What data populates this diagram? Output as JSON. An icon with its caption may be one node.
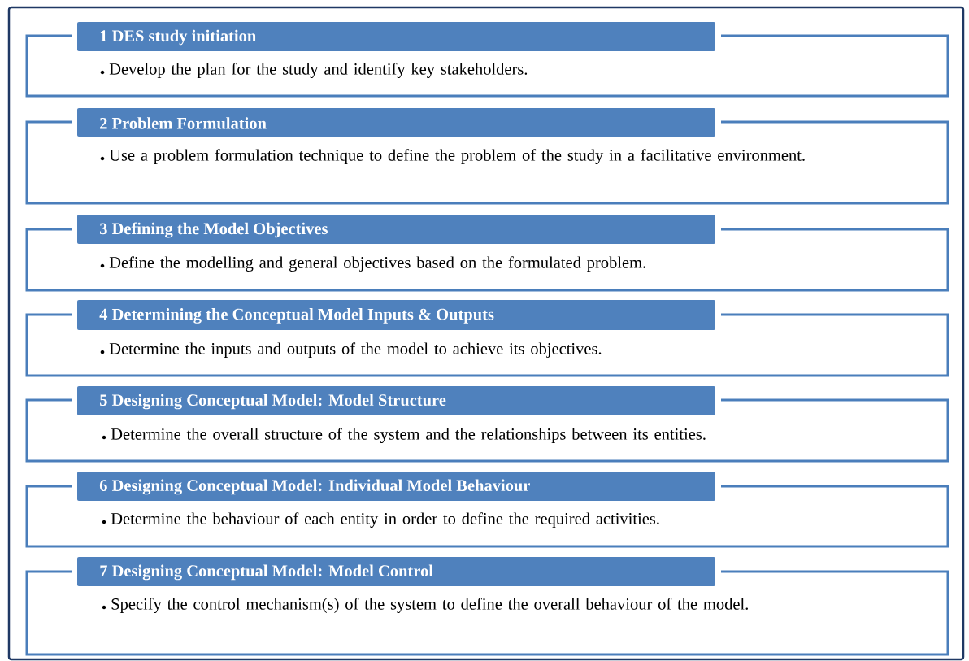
{
  "diagram": {
    "nodes": [
      {
        "text": [
          "1 DES study initiation",
          "Develop the plan for the study and identify key stakeholders."
        ]
      },
      {
        "text": [
          "2 Problem Formulation",
          "Use a problem formulation technique to define the problem of the study in a facilitative environment."
        ]
      },
      {
        "text": [
          "3 Defining the Model Objectives",
          "Define the modelling and general objectives based on the formulated problem."
        ]
      },
      {
        "text": [
          "4 Determining the Conceptual Model Inputs & Outputs",
          "Determine the inputs and outputs of the model to achieve its objectives."
        ]
      },
      {
        "text": [
          "5 Designing Conceptual Model: Model Structure",
          "Determine the overall structure of the system and the relationships between its entities."
        ]
      },
      {
        "text": [
          "6 Designing Conceptual Model: Individual Model Behaviour",
          "Determine the behaviour of each entity in order to define the required activities."
        ]
      },
      {
        "text": [
          "7 Designing Conceptual Model: Model Control",
          "Specify the control mechanism(s) of the system to define the overall behaviour of the model."
        ]
      }
    ]
  }
}
